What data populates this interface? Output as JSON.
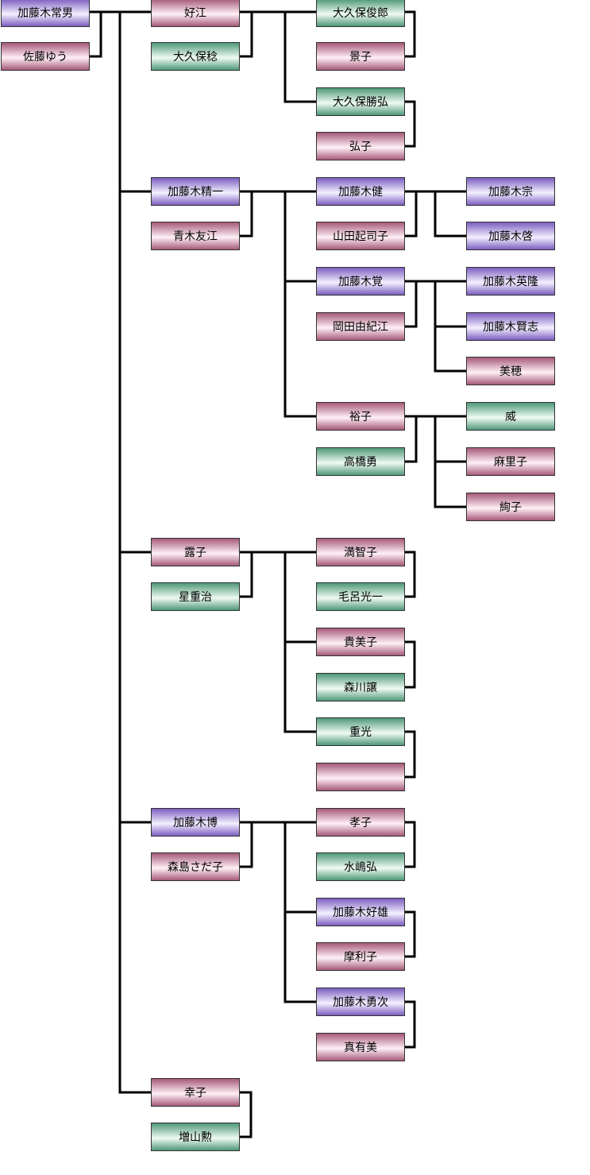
{
  "colors": {
    "male": "#7c5ec0",
    "female": "#a65a7a",
    "in_law": "#4f9878",
    "line": "#000000"
  },
  "people": [
    {
      "id": "p0",
      "name": "加藤木常男",
      "kind": "male"
    },
    {
      "id": "p1",
      "name": "佐藤ゆう",
      "kind": "female"
    },
    {
      "id": "p2",
      "name": "好江",
      "kind": "female"
    },
    {
      "id": "p3",
      "name": "大久保稔",
      "kind": "in_law"
    },
    {
      "id": "p4",
      "name": "大久保俊郎",
      "kind": "in_law"
    },
    {
      "id": "p5",
      "name": "景子",
      "kind": "female"
    },
    {
      "id": "p6",
      "name": "大久保勝弘",
      "kind": "in_law"
    },
    {
      "id": "p7",
      "name": "弘子",
      "kind": "female"
    },
    {
      "id": "p8",
      "name": "加藤木精一",
      "kind": "male"
    },
    {
      "id": "p9",
      "name": "青木友江",
      "kind": "female"
    },
    {
      "id": "p10",
      "name": "加藤木健",
      "kind": "male"
    },
    {
      "id": "p11",
      "name": "山田起司子",
      "kind": "female"
    },
    {
      "id": "p12",
      "name": "加藤木宗",
      "kind": "male"
    },
    {
      "id": "p13",
      "name": "加藤木啓",
      "kind": "male"
    },
    {
      "id": "p14",
      "name": "加藤木覚",
      "kind": "male"
    },
    {
      "id": "p15",
      "name": "岡田由紀江",
      "kind": "female"
    },
    {
      "id": "p16",
      "name": "加藤木英隆",
      "kind": "male"
    },
    {
      "id": "p17",
      "name": "加藤木賢志",
      "kind": "male"
    },
    {
      "id": "p18",
      "name": "美穂",
      "kind": "female"
    },
    {
      "id": "p19",
      "name": "裕子",
      "kind": "female"
    },
    {
      "id": "p20",
      "name": "高橋勇",
      "kind": "in_law"
    },
    {
      "id": "p21",
      "name": "威",
      "kind": "in_law"
    },
    {
      "id": "p22",
      "name": "麻里子",
      "kind": "female"
    },
    {
      "id": "p23",
      "name": "絢子",
      "kind": "female"
    },
    {
      "id": "p24",
      "name": "露子",
      "kind": "female"
    },
    {
      "id": "p25",
      "name": "星重治",
      "kind": "in_law"
    },
    {
      "id": "p26",
      "name": "満智子",
      "kind": "female"
    },
    {
      "id": "p27",
      "name": "毛呂光一",
      "kind": "in_law"
    },
    {
      "id": "p28",
      "name": "貴美子",
      "kind": "female"
    },
    {
      "id": "p29",
      "name": "森川譲",
      "kind": "in_law"
    },
    {
      "id": "p30",
      "name": "重光",
      "kind": "in_law"
    },
    {
      "id": "p31",
      "name": "",
      "kind": "female"
    },
    {
      "id": "p32",
      "name": "加藤木博",
      "kind": "male"
    },
    {
      "id": "p33",
      "name": "森島さだ子",
      "kind": "female"
    },
    {
      "id": "p34",
      "name": "孝子",
      "kind": "female"
    },
    {
      "id": "p35",
      "name": "水嶋弘",
      "kind": "in_law"
    },
    {
      "id": "p36",
      "name": "加藤木好雄",
      "kind": "male"
    },
    {
      "id": "p37",
      "name": "摩利子",
      "kind": "female"
    },
    {
      "id": "p38",
      "name": "加藤木勇次",
      "kind": "male"
    },
    {
      "id": "p39",
      "name": "真有美",
      "kind": "female"
    },
    {
      "id": "p40",
      "name": "幸子",
      "kind": "female"
    },
    {
      "id": "p41",
      "name": "増山勲",
      "kind": "in_law"
    }
  ]
}
